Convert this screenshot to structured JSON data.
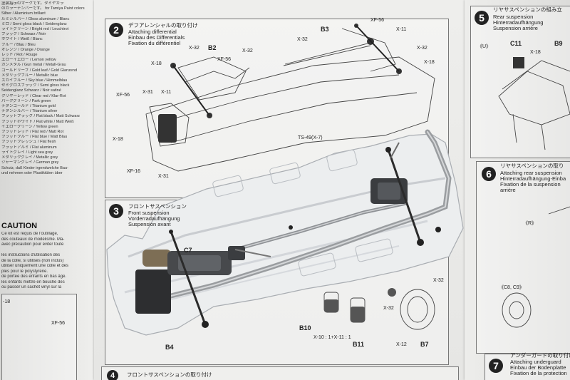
{
  "left_sheet": {
    "paint_list": [
      "塗装指示のマークです。タミヤカラ",
      "のカラーナンバーです。 for Tamiya Paint colors",
      "Silber / Aluminium brillant",
      "ルミシルバー / Gloss aluminum / Blanc",
      "ミロ / Semi gloss black / Seidenglanz",
      "ライトグリーン / Bright red / Leuchtrot",
      "ブラック / Schwarz / Noir",
      "ホワイト / Weiß / Blanc",
      "ブルー / Blau / Bleu",
      "オレンジ / Orange / Orange",
      "レッド / Rot / Rouge",
      "エローイエロー / Lemon yellow",
      "ガンメタル / Gun metal / Metall-Grau",
      "ゴールドリーフ / Gold leaf / Gold Glanzend",
      "メタリックブルー / Metallic blue",
      "スカイブルー / Sky blue / Himmelblau",
      "セミグロスブラック / Semi gloss black",
      "Seidenglanz Schwarz / Noir satiné",
      "クリヤーレッド / Clear red / Klar-Rot",
      "パークグリーン / Park green",
      "チタンゴールド / Titanium gold",
      "チタンシルバー / Titanium silver",
      "フラットブラック / Flat black / Matt Schwarz",
      "フラットホワイト / Flat white / Matt Weiß",
      "イエローグリーン / Yellow green",
      "フラットレッド / Flat red / Matt Rot",
      "フラットブルー / Flat blue / Matt Blau",
      "フラットフレッシュ / Flat flesh",
      "フラットアルミ / Flat aluminum",
      "ライトグレイ / Light sea grey",
      "メタリックグレイ / Metallic grey",
      "ジャーマングレイ / German grey",
      "Schutz, daß Kinder irgendwelche Bau-",
      "und nehmen oder Plastiktüten über"
    ],
    "caution_title": "CAUTION",
    "caution_lines": [
      "Ce kit est requis de l'outillage,",
      "des couteaux de modélisme. Ma-",
      "avec précaution pour éviter toute",
      "",
      "les instructions d'utilisation des",
      "de la colle, si utilisés (non inclus)",
      "utiliser uniquement une colle et des",
      "ples pour le polystyrène.",
      "de portée des enfants en bas âge.",
      "les enfants mettre en bouche des",
      "ou passer un sachet vinyl sur la"
    ],
    "bottom_labels": {
      "xf56": "XF-56",
      "r18": "-18"
    }
  },
  "step2": {
    "number": "2",
    "title_jp": "デフアレンシャルの取り付け",
    "title_en": "Attaching differential",
    "title_de": "Einbau des Differentials",
    "title_fr": "Fixation du différentiel",
    "labels": {
      "b3": "B3",
      "b2": "B2",
      "x32a": "X-32",
      "x32b": "X-32",
      "x32c": "X-32",
      "x32d": "X-32",
      "x18a": "X-18",
      "x18b": "X-18",
      "x18c": "X-18",
      "x11a": "X-11",
      "x11b": "X-11",
      "xf56a": "XF-56",
      "xf56b": "XF-56",
      "xf56c": "XF-56",
      "x31a": "X-31",
      "x31b": "X-31",
      "xf16": "XF-16",
      "ts49": "TS-49(X-7)"
    }
  },
  "step3": {
    "number": "3",
    "title_jp": "フロントサスペンション",
    "title_en": "Front suspension",
    "title_de": "Vorderradaufhängung",
    "title_fr": "Suspension avant",
    "labels": {
      "x32": "X-32",
      "b10": "B10",
      "b11": "B11",
      "b7": "B7",
      "x12": "X-12",
      "mix": "X-10 : 1+X-11 : 1",
      "x32b": "X-32",
      "b4": "B4",
      "c7": "C7"
    }
  },
  "step_bottom": {
    "number": "4",
    "title_jp": "フロントサスペンションの取り付け"
  },
  "step5": {
    "number": "5",
    "title_jp": "リヤサスペンションの組み立",
    "title_en": "Rear suspension",
    "title_de": "Hinterradaufhängung",
    "title_fr": "Suspension arrière",
    "labels": {
      "u": "《U》",
      "c11": "C11",
      "x18": "X-18",
      "b9": "B9"
    }
  },
  "step6": {
    "number": "6",
    "title_jp": "リヤサスペンションの取り",
    "title_en": "Attaching rear suspension",
    "title_de": "Hinterradaufhängung-Einba",
    "title_fr": "Fixation de la suspension",
    "title_fr2": "arrière",
    "labels": {
      "r": "《R》",
      "c8c9": "《C8, C9》"
    }
  },
  "step7": {
    "number": "7",
    "title_jp": "アンダーガードの取り付け",
    "title_en": "Attaching underguard",
    "title_de": "Einbau der Bodenplatte",
    "title_fr": "Fixation de la protection"
  },
  "colors": {
    "paper": "#f1f1ef",
    "ink": "#222222",
    "chassis_white": "#eceeef",
    "metal": "#a7a9ab",
    "dark_metal": "#3a3a3a"
  }
}
